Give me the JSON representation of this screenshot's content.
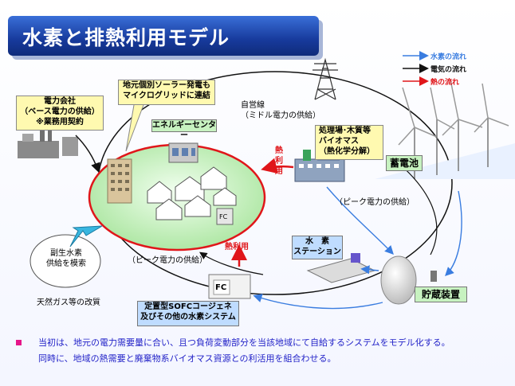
{
  "title": "水素と排熱利用モデル",
  "legend": [
    {
      "label": "水素の流れ",
      "color": "#3a7de0"
    },
    {
      "label": "電気の流れ",
      "color": "#111111"
    },
    {
      "label": "熱の流れ",
      "color": "#e0161a"
    }
  ],
  "boxes": {
    "solar": "地元個別ソーラー発電も\nマイクログリッドに連結",
    "power_company": "電力会社\n（ベース電力の供給）\n※業務用契約",
    "energy_center": "エネルギーセンター",
    "processing": "処理場･木質等\nバイオマス\n（熱化学分解）",
    "battery": "蓄電池",
    "hydrogen_station": "水　素\nステーション",
    "storage": "貯蔵装置",
    "sofc": "定置型SOFCコージェネ\n及びその他の水素システム",
    "byproduct": "副生水素\n供給を模索",
    "gas_reform": "天然ガス等の改質"
  },
  "labels": {
    "private_line": "自営線\n（ミドル電力の供給）",
    "heat_use_vertical": "熱\n利\n用",
    "heat_use": "熱利用",
    "peak_supply_right": "（ピーク電力の供給）",
    "peak_supply_left": "（ピーク電力の供給）",
    "fc_small": "FC",
    "fc_large": "FC"
  },
  "notes": [
    "当初は、地元の電力需要量に合い、且つ負荷変動部分を当該地域にて自給するシステムをモデル化する。",
    "同時に、地域の熱需要と廃棄物系バイオマス資源との利活用を組合わせる。"
  ],
  "colors": {
    "title_bg": "#1a3fa8",
    "note_text": "#2323c8",
    "note_bullet": "#e6168a",
    "microgrid": "#e0161a"
  }
}
